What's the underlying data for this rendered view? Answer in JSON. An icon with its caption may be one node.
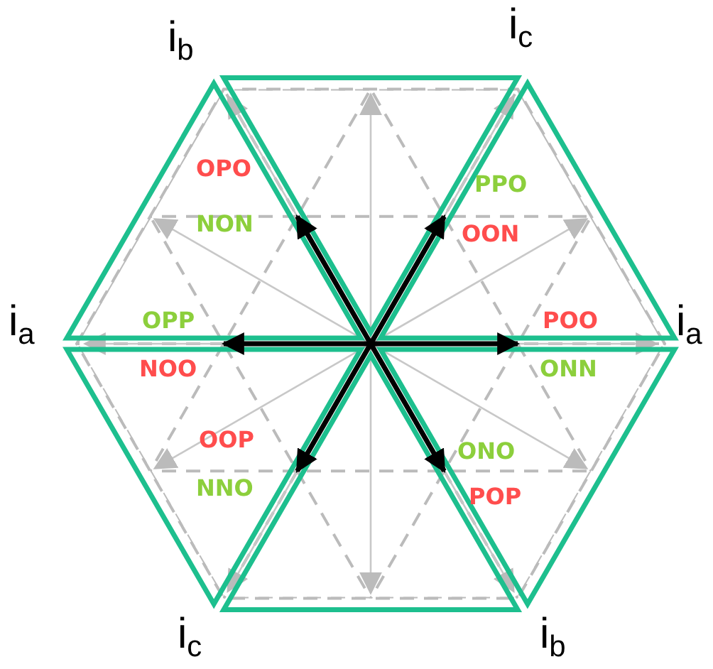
{
  "diagram": {
    "labels": [
      "i$_{b}$",
      "i$_{c}$",
      "OPO",
      "PPO",
      "NON",
      "OON",
      "i$_{a}$",
      "OPP",
      "POO",
      "i$_{a}$",
      "NOO",
      "ONN",
      "OOP",
      "ONO",
      "NNO",
      "POP",
      "i$_{c}$",
      "i$_{b}$"
    ]
  }
}
